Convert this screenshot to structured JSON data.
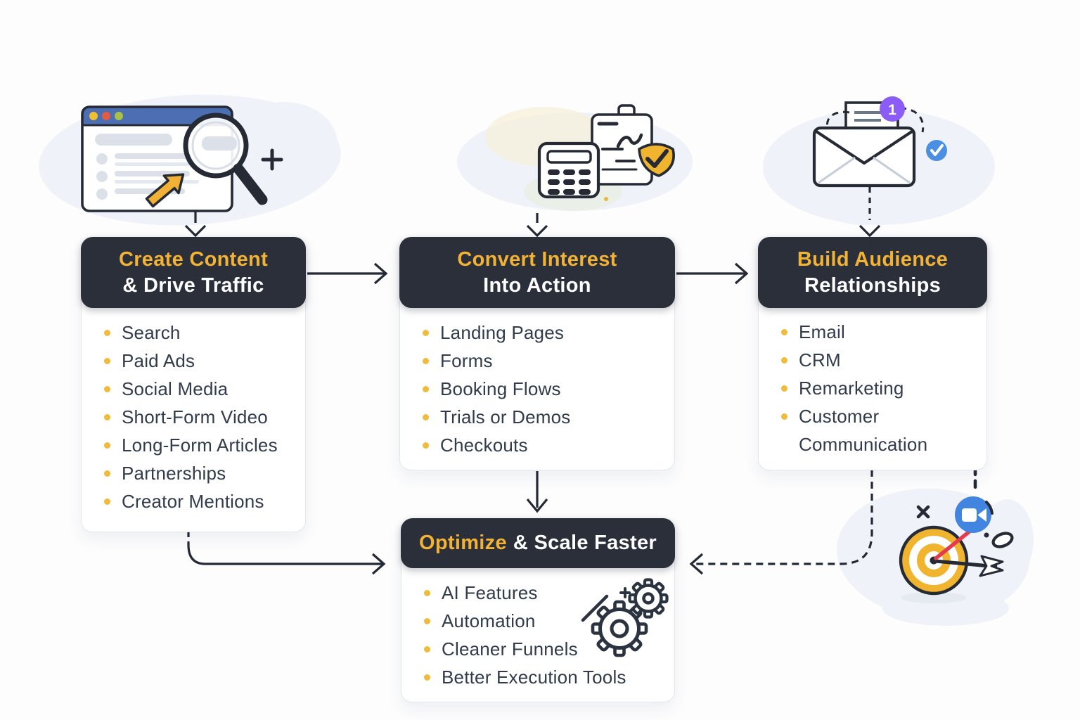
{
  "diagram": {
    "title_implicit": "Marketing funnel flowchart",
    "background": "#FDFDFE"
  },
  "colors": {
    "header_bg": "#2A2F3A",
    "accent_yellow": "#F2B234",
    "bullet_yellow": "#F0BA3C",
    "body_text": "#313B4B",
    "card_border": "#E2E7EF",
    "connector": "#232935",
    "blob": "#EFF2F8",
    "browser_bar_blue": "#4C6FB3",
    "badge_purple": "#8B5CF6",
    "check_blue": "#4B8FE2",
    "video_blue": "#4285E0",
    "dart_red": "#E23B4E",
    "target_yellow": "#F0B42F"
  },
  "cards": [
    {
      "id": "create",
      "title_accent": "Create Content",
      "title_rest": "& Drive Traffic",
      "items": [
        "Search",
        "Paid Ads",
        "Social Media",
        "Short-Form Video",
        "Long-Form Articles",
        "Partnerships",
        "Creator Mentions"
      ]
    },
    {
      "id": "convert",
      "title_accent": "Convert Interest",
      "title_rest": "Into Action",
      "items": [
        "Landing Pages",
        "Forms",
        "Booking Flows",
        "Trials or Demos",
        "Checkouts"
      ]
    },
    {
      "id": "audience",
      "title_accent": "Build Audience",
      "title_rest": "Relationships",
      "items": [
        "Email",
        "CRM",
        "Remarketing",
        "Customer\nCommunication"
      ]
    },
    {
      "id": "optimize",
      "title_accent": "Optimize",
      "title_rest": "& Scale Faster",
      "items": [
        "AI Features",
        "Automation",
        "Cleaner Funnels",
        "Better Execution Tools"
      ]
    }
  ],
  "badges": {
    "envelope_count": "1"
  },
  "flow_edges": [
    {
      "from": "browser-search-illustration",
      "to": "create",
      "style": "arrow-down"
    },
    {
      "from": "calculator-checklist-illustration",
      "to": "convert",
      "style": "arrow-down"
    },
    {
      "from": "envelope-illustration",
      "to": "audience",
      "style": "dashed-arrow-down"
    },
    {
      "from": "create",
      "to": "convert",
      "style": "solid-arrow-right"
    },
    {
      "from": "convert",
      "to": "audience",
      "style": "solid-arrow-right"
    },
    {
      "from": "convert",
      "to": "optimize",
      "style": "solid-arrow-down"
    },
    {
      "from": "create",
      "to": "optimize",
      "style": "elbow-arrow-right"
    },
    {
      "from": "audience",
      "to": "optimize",
      "style": "dashed-elbow-arrow-left"
    },
    {
      "from": "audience-communication",
      "to": "target-illustration",
      "style": "dashed-elbow-down"
    }
  ],
  "icons": [
    "browser-window-icon",
    "magnifier-icon",
    "cursor-arrow-icon",
    "sparkle-icon",
    "calculator-icon",
    "checklist-clipboard-icon",
    "approved-badge-icon",
    "envelope-icon",
    "letter-icon",
    "notification-badge-icon",
    "check-circle-icon",
    "video-call-icon",
    "target-bullseye-icon",
    "dart-arrow-icon",
    "x-mark-icon",
    "gears-icon",
    "plus-icon",
    "pencil-slash-icon"
  ]
}
